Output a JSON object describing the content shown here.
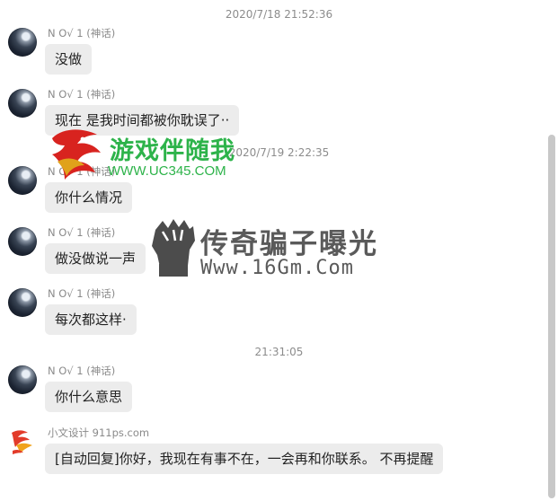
{
  "timestamps": {
    "t1": "2020/7/18 21:52:36",
    "t2": "2020/7/19 2:22:35",
    "t3": "21:31:05"
  },
  "messages": [
    {
      "sender": "N O√ 1 (神话)",
      "text": "没做"
    },
    {
      "sender": "N O√ 1 (神话)",
      "text": "现在 是我时间都被你耽误了··"
    },
    {
      "sender": "N O√ 1 (神话)",
      "text": "你什么情况"
    },
    {
      "sender": "N O√ 1 (神话)",
      "text": "做没做说一声"
    },
    {
      "sender": "N O√ 1 (神话)",
      "text": "每次都这样·"
    },
    {
      "sender": "N O√ 1 (神话)",
      "text": "你什么意思"
    },
    {
      "sender": "小文设计 911ps.com",
      "text": "[自动回复]你好，我现在有事不在，一会再和你联系。 不再提醒"
    }
  ],
  "watermarks": {
    "game_title": "游戏伴随我",
    "game_url": "WWW.UC345.COM",
    "scam_title": "传奇骗子曝光",
    "scam_url": "Www.16Gm.Com"
  },
  "colors": {
    "bubble": "#ececec",
    "timestamp": "#8c8c8c",
    "watermark_green": "#2db34a",
    "watermark_gray": "#5a5a5a"
  }
}
